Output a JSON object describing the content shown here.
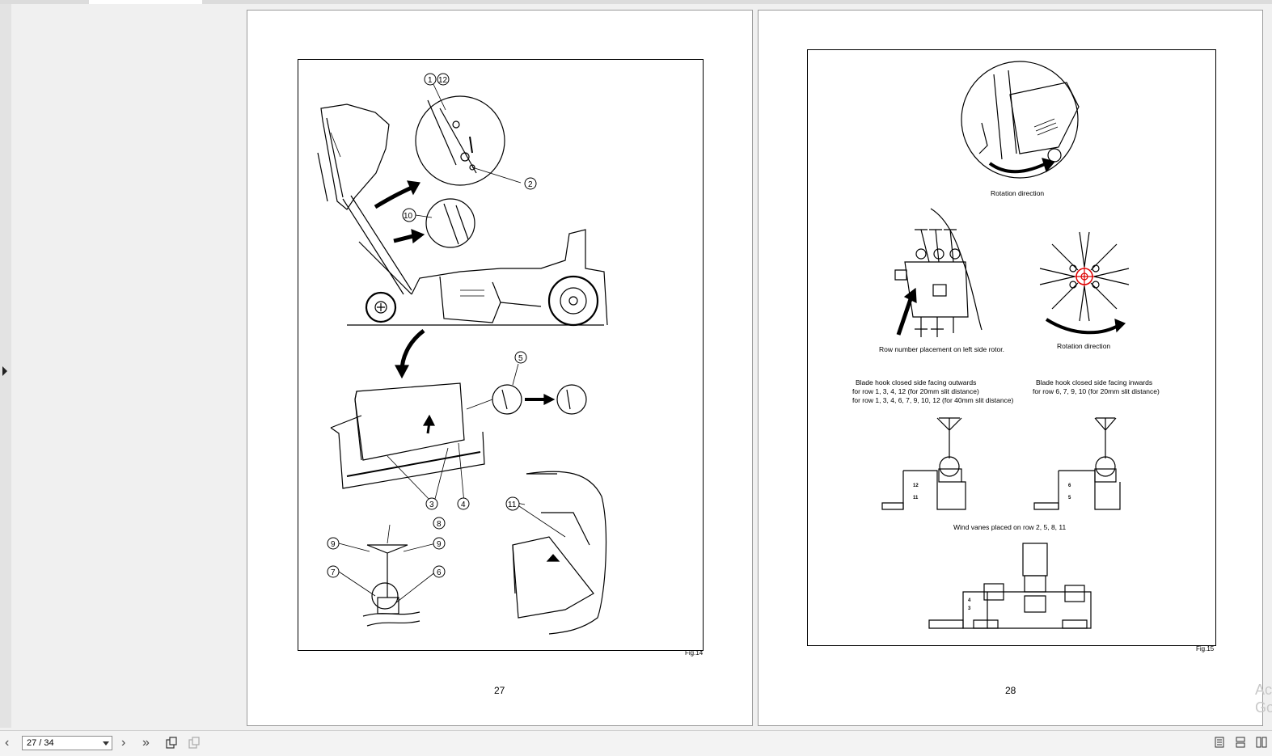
{
  "viewer": {
    "page_indicator": "27 / 34"
  },
  "left_page": {
    "page_number": "27",
    "fig_label": "Fig.14",
    "callouts": [
      "1",
      "12",
      "2",
      "10",
      "5",
      "3",
      "4",
      "8",
      "9",
      "9",
      "7",
      "6",
      "11"
    ]
  },
  "right_page": {
    "page_number": "28",
    "fig_label": "Fig.15",
    "captions": {
      "rotation_top": "Rotation direction",
      "row_number": "Row number placement on left side rotor.",
      "rotation_mid": "Rotation direction",
      "blade_out_1": "Blade hook closed side facing outwards",
      "blade_out_2": "for row 1, 3, 4, 12 (for 20mm slit distance)",
      "blade_out_3": "for row 1, 3, 4, 6, 7, 9, 10, 12 (for 40mm slit distance)",
      "blade_in_1": "Blade hook closed side facing inwards",
      "blade_in_2": "for row 6, 7, 9, 10 (for 20mm slit distance)",
      "wind_vanes": "Wind vanes placed on row 2, 5, 8, 11"
    },
    "drawing_marks": [
      "12",
      "11",
      "6",
      "5",
      "4",
      "3"
    ]
  },
  "watermark": {
    "line1": "Ac",
    "line2": "Go"
  }
}
